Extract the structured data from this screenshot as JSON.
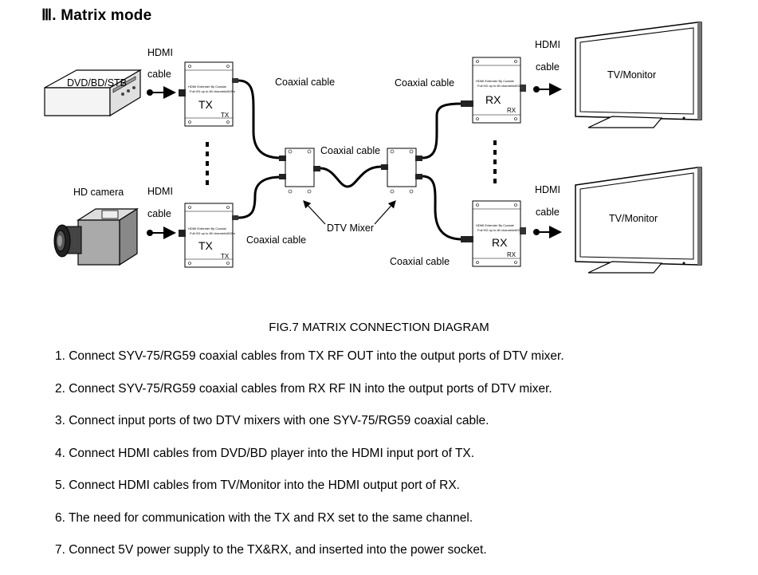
{
  "heading": "Ⅲ. Matrix mode",
  "diagram": {
    "source_top": "DVD/BD/STB",
    "source_bottom": "HD camera",
    "hdmi": "HDMI",
    "cable": "cable",
    "coaxial_cable": "Coaxial cable",
    "dtv_mixer": "DTV Mixer",
    "tx": "TX",
    "rx": "RX",
    "device_text_1": "HDMI Extender By Coaxial",
    "device_text_2": "Full HD up to 80 channels/600m",
    "monitor": "TV/Monitor"
  },
  "caption": "FIG.7 MATRIX CONNECTION DIAGRAM",
  "steps": [
    "1. Connect SYV-75/RG59 coaxial cables from TX RF OUT into the output ports of DTV mixer.",
    "2. Connect SYV-75/RG59 coaxial cables from RX RF IN into the output ports of DTV mixer.",
    "3. Connect input ports of two DTV mixers with one SYV-75/RG59 coaxial cable.",
    "4. Connect HDMI cables from DVD/BD player into the HDMI input port of TX.",
    "5. Connect HDMI cables from TV/Monitor into the HDMI output port of RX.",
    "6. The need for communication with the TX and RX set to the same channel.",
    "7. Connect 5V power supply to the TX&RX, and inserted into the power socket."
  ]
}
